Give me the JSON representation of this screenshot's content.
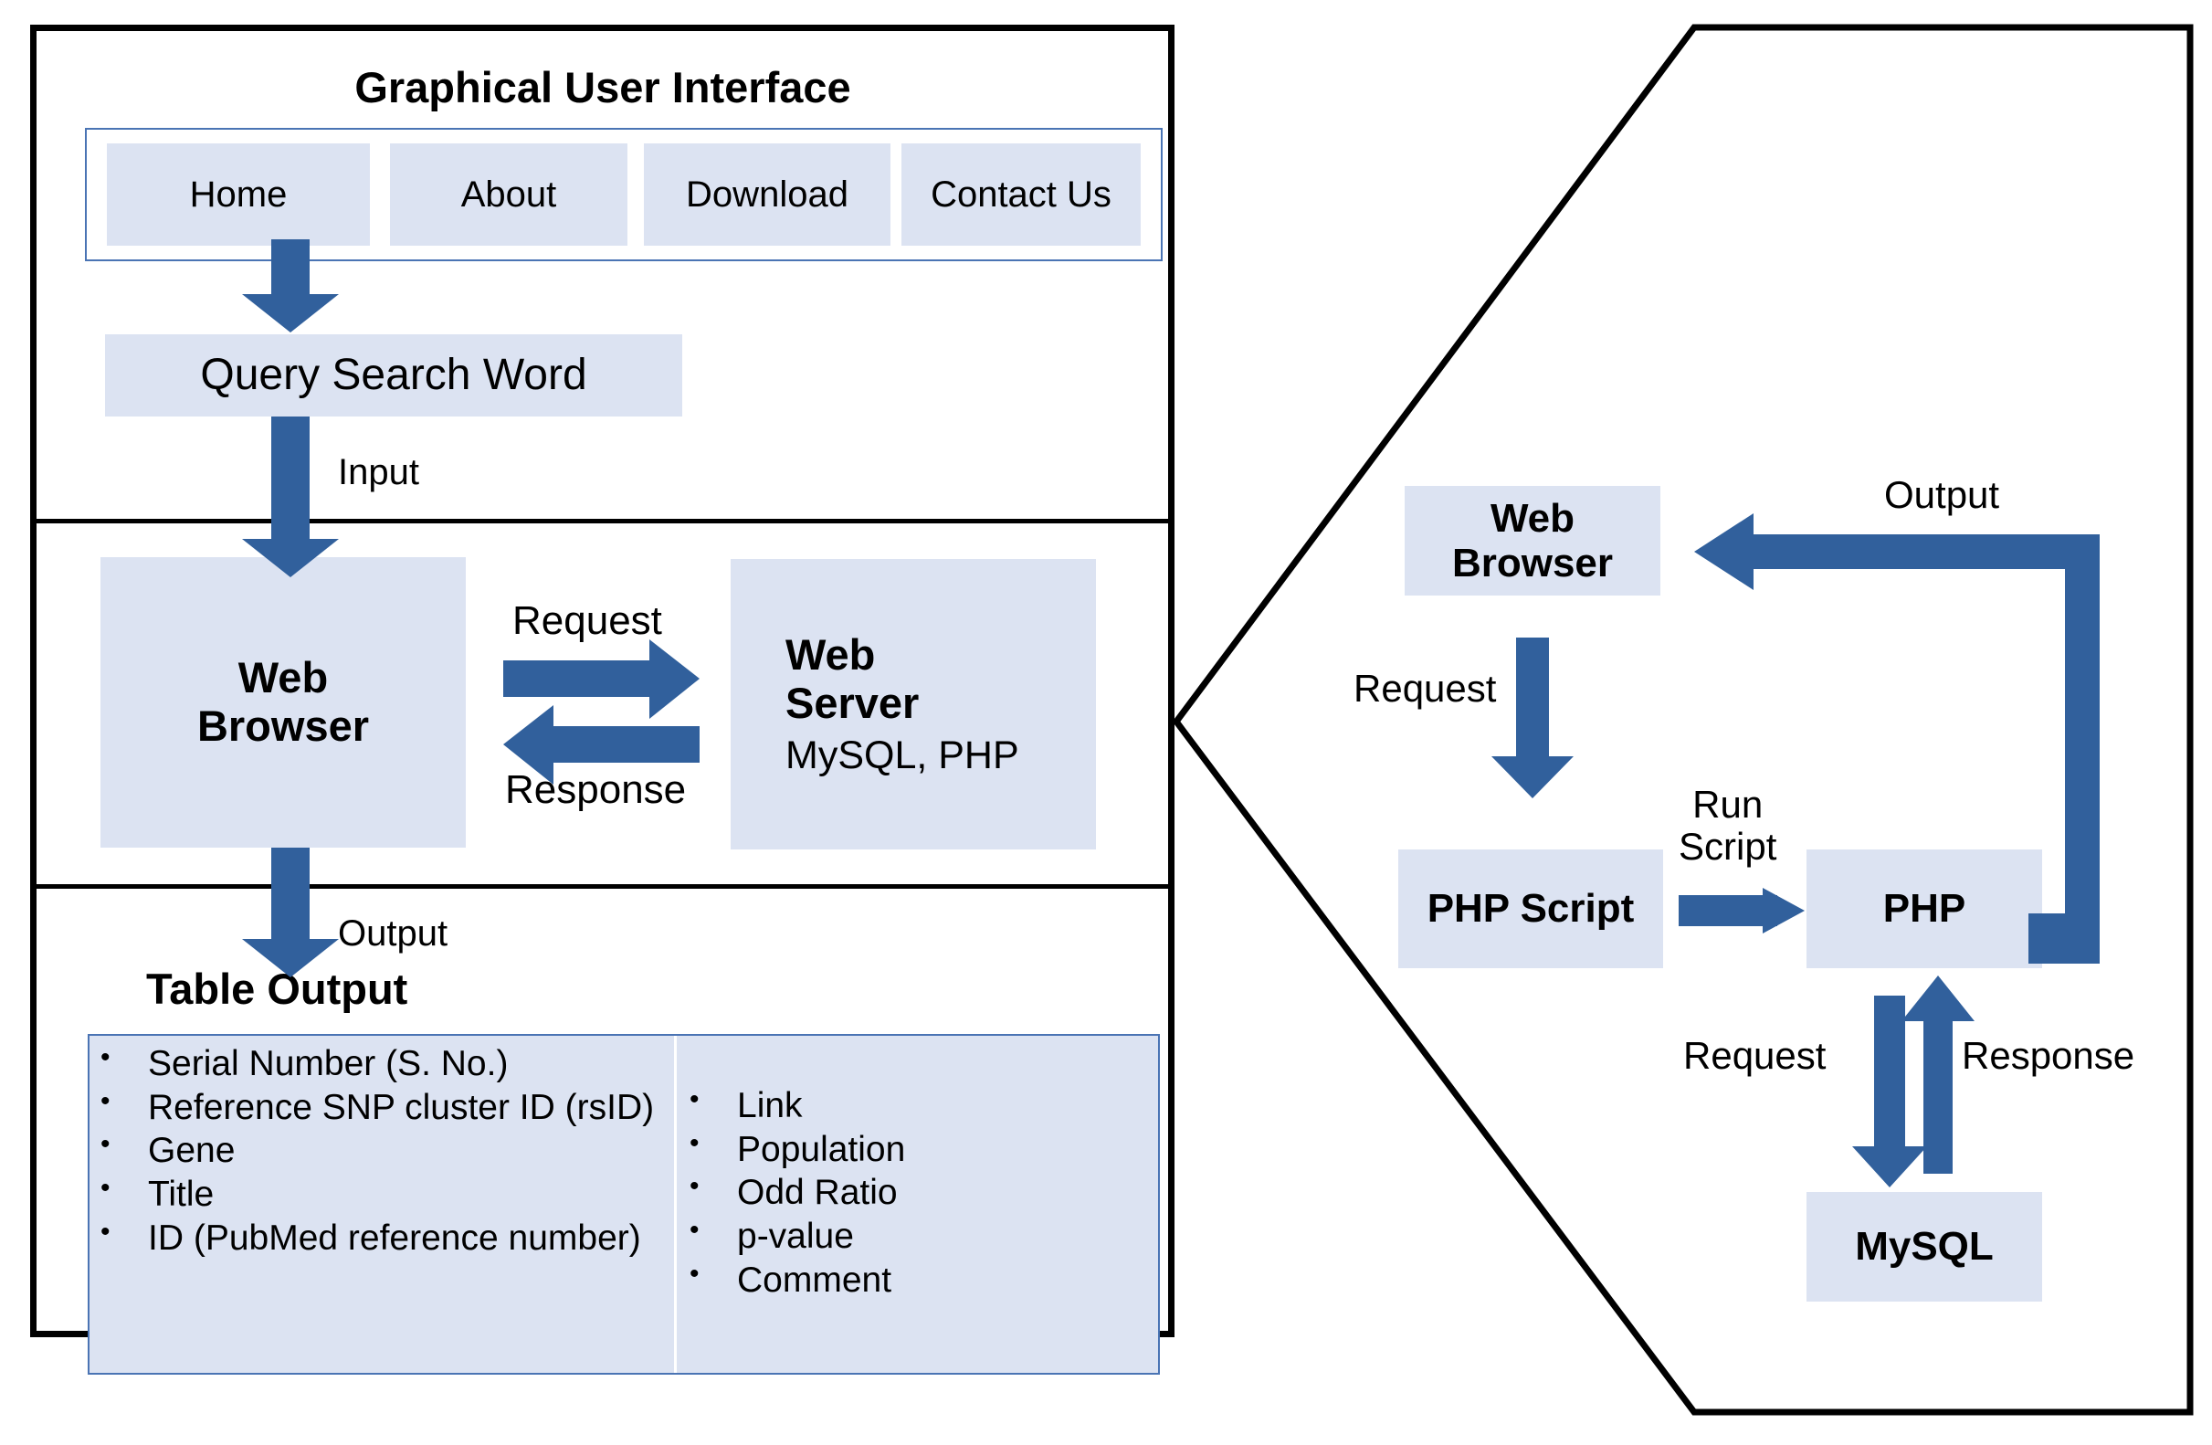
{
  "diagram": {
    "accent_blue": "#31609c",
    "box_fill": "#dce3f2",
    "outline_blue": "#4a74b4",
    "border_black": "#000000"
  },
  "left_panel": {
    "title": "Graphical User Interface",
    "nav": {
      "items": [
        {
          "label": "Home"
        },
        {
          "label": "About"
        },
        {
          "label": "Download"
        },
        {
          "label": "Contact Us"
        }
      ]
    },
    "query_box": {
      "label": "Query Search Word"
    },
    "input_arrow_label": "Input",
    "web_browser": {
      "label": "Web\nBrowser"
    },
    "web_server": {
      "title": "Web\nServer",
      "subtitle": "MySQL, PHP"
    },
    "request_label": "Request",
    "response_label": "Response",
    "output_arrow_label": "Output",
    "table_output_title": "Table Output",
    "table_output": {
      "column_left": [
        "Serial Number (S. No.)",
        "Reference SNP cluster ID (rsID)",
        "Gene",
        "Title",
        "ID (PubMed reference number)"
      ],
      "column_right": [
        "Link",
        "Population",
        "Odd Ratio",
        "p-value",
        "Comment"
      ]
    }
  },
  "right_panel": {
    "web_browser": {
      "label": "Web\nBrowser"
    },
    "php_script": {
      "label": "PHP Script"
    },
    "php": {
      "label": "PHP"
    },
    "mysql": {
      "label": "MySQL"
    },
    "request_label": "Request",
    "run_script_label": "Run\nScript",
    "output_label": "Output",
    "db_request_label": "Request",
    "db_response_label": "Response"
  }
}
